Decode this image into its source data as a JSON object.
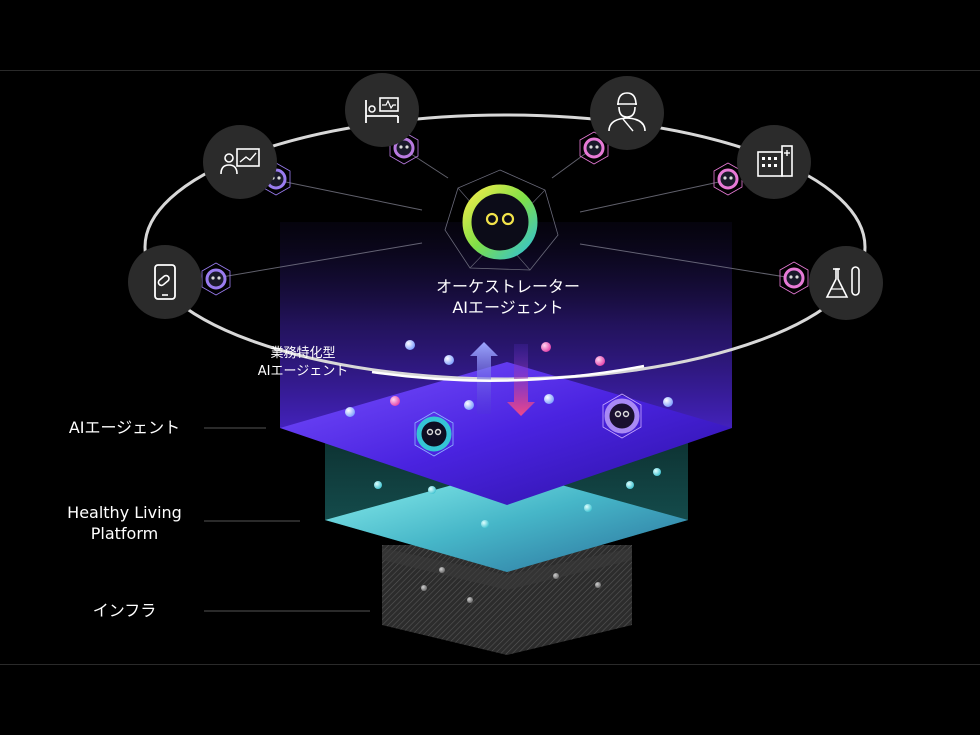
{
  "labels": {
    "orchestrator_line1": "オーケストレーター",
    "orchestrator_line2": "AIエージェント",
    "specialized_line1": "業務特化型",
    "specialized_line2": "AIエージェント",
    "layer_ai": "AIエージェント",
    "layer_hlp_line1": "Healthy Living",
    "layer_hlp_line2": "Platform",
    "layer_infra": "インフラ"
  },
  "icons": [
    "smartphone-pill-icon",
    "presenter-chart-icon",
    "patient-bed-monitor-icon",
    "doctor-icon",
    "hospital-building-icon",
    "lab-flask-icon"
  ],
  "colors": {
    "background": "#000000",
    "orbit": "#d8d8d8",
    "icon_circle": "#2b2b2b",
    "ring_green": "#7ee04a",
    "ring_yellow": "#f2e34a",
    "ring_teal": "#35c5d5",
    "agent_purple": "#9a7cf0",
    "agent_pink": "#e77ad6",
    "layer_purple": "#5a2ee6",
    "layer_teal": "#3fb9c4",
    "layer_gray": "#3a3a3a"
  }
}
